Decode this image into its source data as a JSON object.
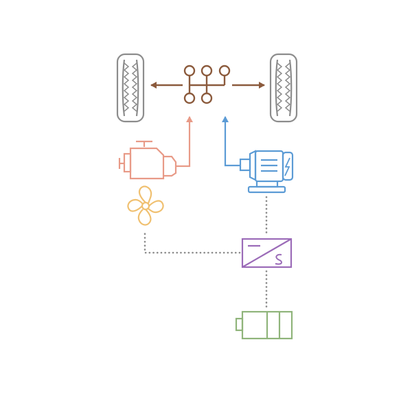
{
  "diagram": {
    "components": [
      {
        "name": "left-wheel-icon",
        "color": "#8c8c8c"
      },
      {
        "name": "right-wheel-icon",
        "color": "#8c8c8c"
      },
      {
        "name": "gearbox-icon",
        "color": "#8b5a3c"
      },
      {
        "name": "engine-icon",
        "color": "#e89a87"
      },
      {
        "name": "electric-motor-icon",
        "color": "#5b9bd5"
      },
      {
        "name": "fan-icon",
        "color": "#f0c070"
      },
      {
        "name": "inverter-icon",
        "color": "#9b6bb8",
        "symbol": "S"
      },
      {
        "name": "battery-icon",
        "color": "#8fb47a"
      }
    ],
    "connections": [
      {
        "from": "gearbox-icon",
        "to": "left-wheel-icon",
        "style": "arrow"
      },
      {
        "from": "gearbox-icon",
        "to": "right-wheel-icon",
        "style": "arrow"
      },
      {
        "from": "engine-icon",
        "to": "gearbox-icon",
        "style": "arrow"
      },
      {
        "from": "electric-motor-icon",
        "to": "gearbox-icon",
        "style": "arrow"
      },
      {
        "from": "inverter-icon",
        "to": "electric-motor-icon",
        "style": "dotted"
      },
      {
        "from": "inverter-icon",
        "to": "fan-icon",
        "style": "dotted"
      },
      {
        "from": "battery-icon",
        "to": "inverter-icon",
        "style": "dotted"
      }
    ]
  }
}
